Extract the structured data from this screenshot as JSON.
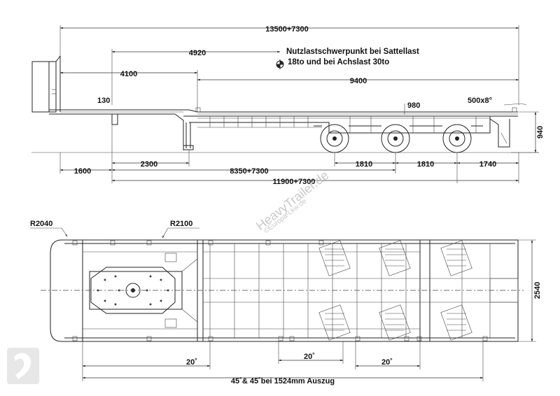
{
  "side_view": {
    "total_length": "13500+7300",
    "cg_distance": "4920",
    "kingpin_offset": "4100",
    "bed_length": "9400",
    "front_height": "130",
    "deck_step": "980",
    "ramp_angle": "500x8°",
    "height_940": "940",
    "d_1600": "1600",
    "d_2300": "2300",
    "d_8350": "8350+7300",
    "d_1810a": "1810",
    "d_1810b": "1810",
    "d_1740": "1740",
    "d_11900": "11900+7300"
  },
  "note": {
    "line1": "Nutzlastschwerpunkt bei Sattellast",
    "line2": "18to und bei Achslast 30to"
  },
  "top_view": {
    "r_front": "R2040",
    "r_neck": "R2100",
    "width": "2540",
    "angle_left": "20˚",
    "angle_mid": "20˚",
    "angle_right": "20˚",
    "angle_total": "45˚& 45˚bei 1524mm Auszug"
  },
  "watermark": {
    "brand": "HeavyTrailer.de",
    "sub": "©Europa-Lkw.de"
  }
}
